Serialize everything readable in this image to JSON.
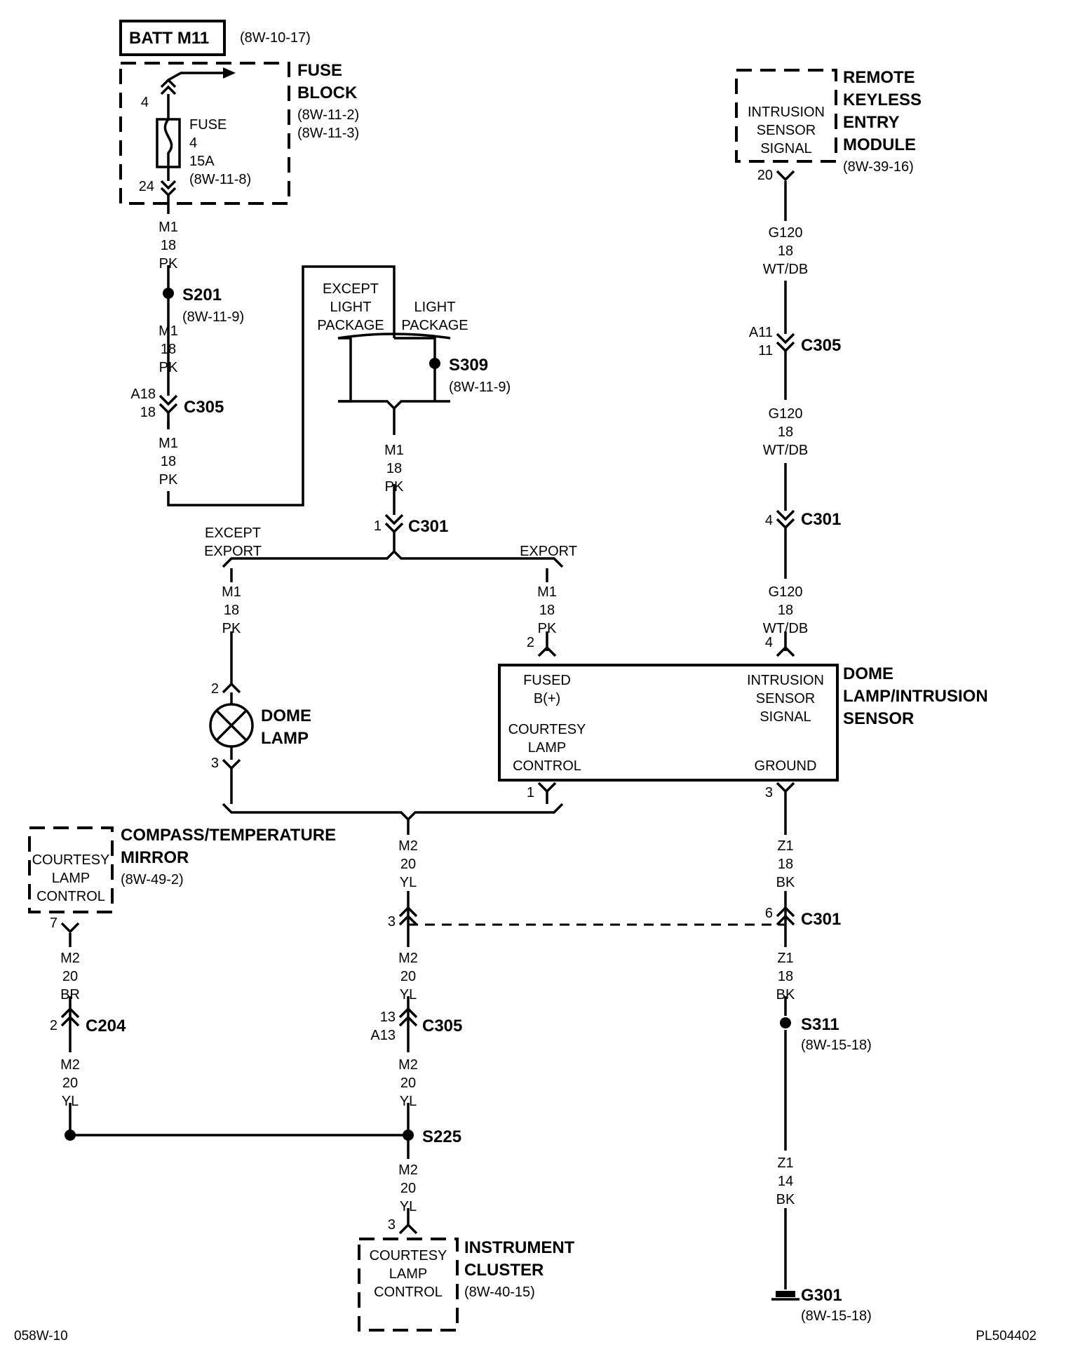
{
  "diagram": {
    "footer_left": "058W-10",
    "footer_right": "PL504402",
    "battery": {
      "label": "BATT M11",
      "ref": "(8W-10-17)"
    },
    "fuse_block": {
      "title": [
        "FUSE",
        "BLOCK"
      ],
      "refs": [
        "(8W-11-2)",
        "(8W-11-3)"
      ],
      "fuse_lines": [
        "FUSE",
        "4",
        "15A",
        "(8W-11-8)"
      ],
      "pin_in": "4",
      "pin_out": "24"
    },
    "wires": {
      "m1_18_pk": [
        "M1",
        "18",
        "PK"
      ],
      "g120_18_wtdb": [
        "G120",
        "18",
        "WT/DB"
      ],
      "m2_20_yl": [
        "M2",
        "20",
        "YL"
      ],
      "m2_20_br": [
        "M2",
        "20",
        "BR"
      ],
      "z1_18_bk": [
        "Z1",
        "18",
        "BK"
      ],
      "z1_14_bk": [
        "Z1",
        "14",
        "BK"
      ]
    },
    "splices": {
      "s201": {
        "id": "S201",
        "ref": "(8W-11-9)"
      },
      "s309": {
        "id": "S309",
        "ref": "(8W-11-9)"
      },
      "s311": {
        "id": "S311",
        "ref": "(8W-15-18)"
      },
      "s225": {
        "id": "S225"
      }
    },
    "connectors": {
      "c305_top": {
        "id": "C305",
        "pins": [
          "A18",
          "18"
        ]
      },
      "c305_rke": {
        "id": "C305",
        "pins": [
          "A11",
          "11"
        ]
      },
      "c301_center": {
        "id": "C301",
        "pin": "1"
      },
      "c301_rke": {
        "id": "C301",
        "pin": "4"
      },
      "c301_ground": {
        "id": "C301",
        "pin_left": "3",
        "pin_right": "6"
      },
      "c204": {
        "id": "C204",
        "pin": "2"
      },
      "c305_bottom": {
        "id": "C305",
        "pins": [
          "13",
          "A13"
        ]
      }
    },
    "options": {
      "except_light_package": [
        "EXCEPT",
        "LIGHT",
        "PACKAGE"
      ],
      "light_package": [
        "LIGHT",
        "PACKAGE"
      ],
      "except_export": [
        "EXCEPT",
        "EXPORT"
      ],
      "export": "EXPORT"
    },
    "rke_module": {
      "title": [
        "REMOTE",
        "KEYLESS",
        "ENTRY",
        "MODULE"
      ],
      "ref": "(8W-39-16)",
      "inner": [
        "INTRUSION",
        "SENSOR",
        "SIGNAL"
      ],
      "pin": "20"
    },
    "dome_lamp": {
      "title": [
        "DOME",
        "LAMP"
      ],
      "pin_top": "2",
      "pin_bottom": "3"
    },
    "dome_sensor": {
      "title": [
        "DOME",
        "LAMP/INTRUSION",
        "SENSOR"
      ],
      "fused": [
        "FUSED",
        "B(+)"
      ],
      "courtesy": [
        "COURTESY",
        "LAMP",
        "CONTROL"
      ],
      "intrusion": [
        "INTRUSION",
        "SENSOR",
        "SIGNAL"
      ],
      "ground": "GROUND",
      "pin_fused": "2",
      "pin_intrusion": "4",
      "pin_courtesy": "1",
      "pin_ground": "3"
    },
    "mirror": {
      "title": [
        "COMPASS/TEMPERATURE",
        "MIRROR"
      ],
      "ref": "(8W-49-2)",
      "inner": [
        "COURTESY",
        "LAMP",
        "CONTROL"
      ],
      "pin": "7"
    },
    "cluster": {
      "title": [
        "INSTRUMENT",
        "CLUSTER"
      ],
      "ref": "(8W-40-15)",
      "inner": [
        "COURTESY",
        "LAMP",
        "CONTROL"
      ],
      "pin": "3"
    },
    "ground": {
      "id": "G301",
      "ref": "(8W-15-18)"
    }
  }
}
